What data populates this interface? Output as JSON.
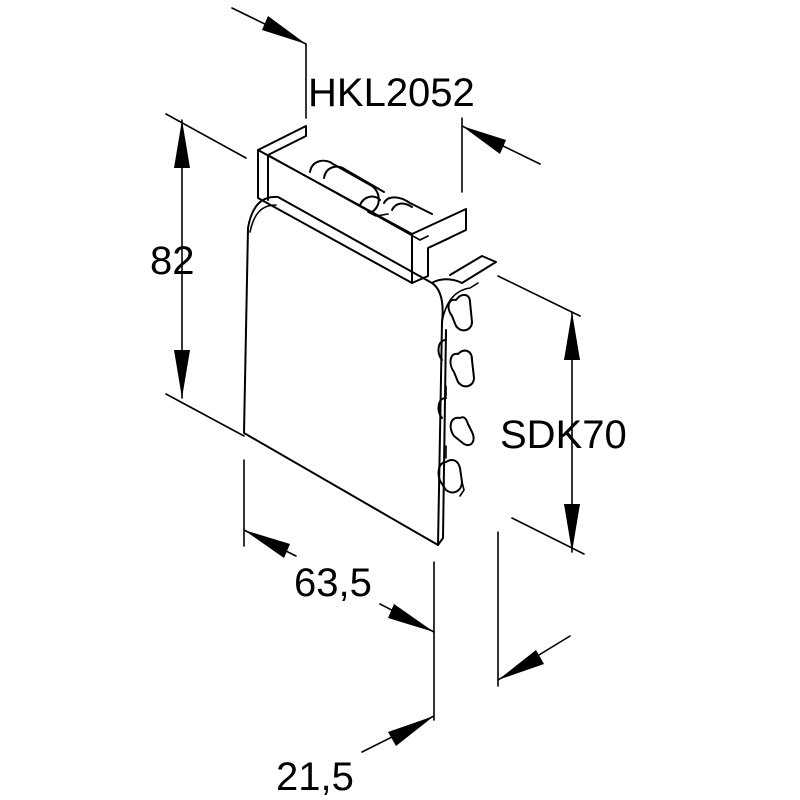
{
  "labels": {
    "part_number": "HKL2052",
    "height": "82",
    "series": "SDK70",
    "width": "63,5",
    "depth": "21,5"
  },
  "colors": {
    "ink": "#000000",
    "background": "#ffffff"
  }
}
